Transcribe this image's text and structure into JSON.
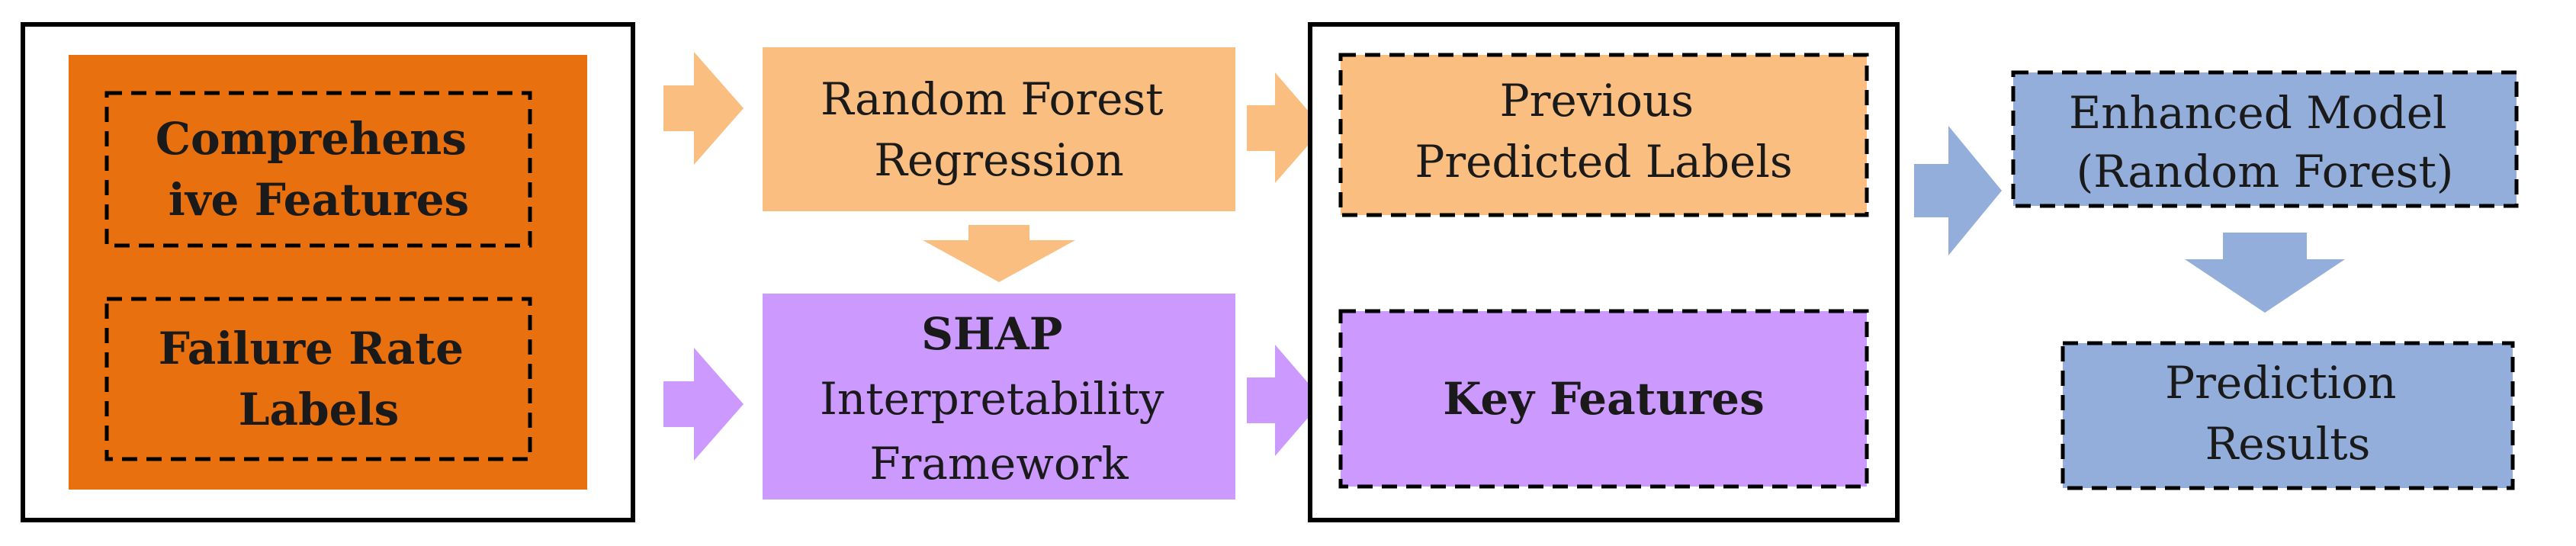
{
  "diagram": {
    "input_box": {
      "comprehensive_features": [
        "Comprehens",
        "ive Features"
      ],
      "failure_rate_labels": [
        "Failure Rate",
        "Labels"
      ]
    },
    "random_forest_regression": [
      "Random Forest",
      "Regression"
    ],
    "shap_framework": [
      "SHAP",
      "Interpretability",
      "Framework"
    ],
    "previous_predicted_labels": [
      "Previous",
      "Predicted Labels"
    ],
    "key_features": "Key Features",
    "enhanced_model": [
      "Enhanced Model",
      "(Random Forest)"
    ],
    "prediction_results": [
      "Prediction",
      "Results"
    ]
  },
  "colors": {
    "dark_orange": "#E8700E",
    "light_orange": "#F9BE80",
    "purple": "#CC99FF",
    "blue": "#93AEDB",
    "outline": "#000000",
    "text": "#1a1a1a"
  }
}
